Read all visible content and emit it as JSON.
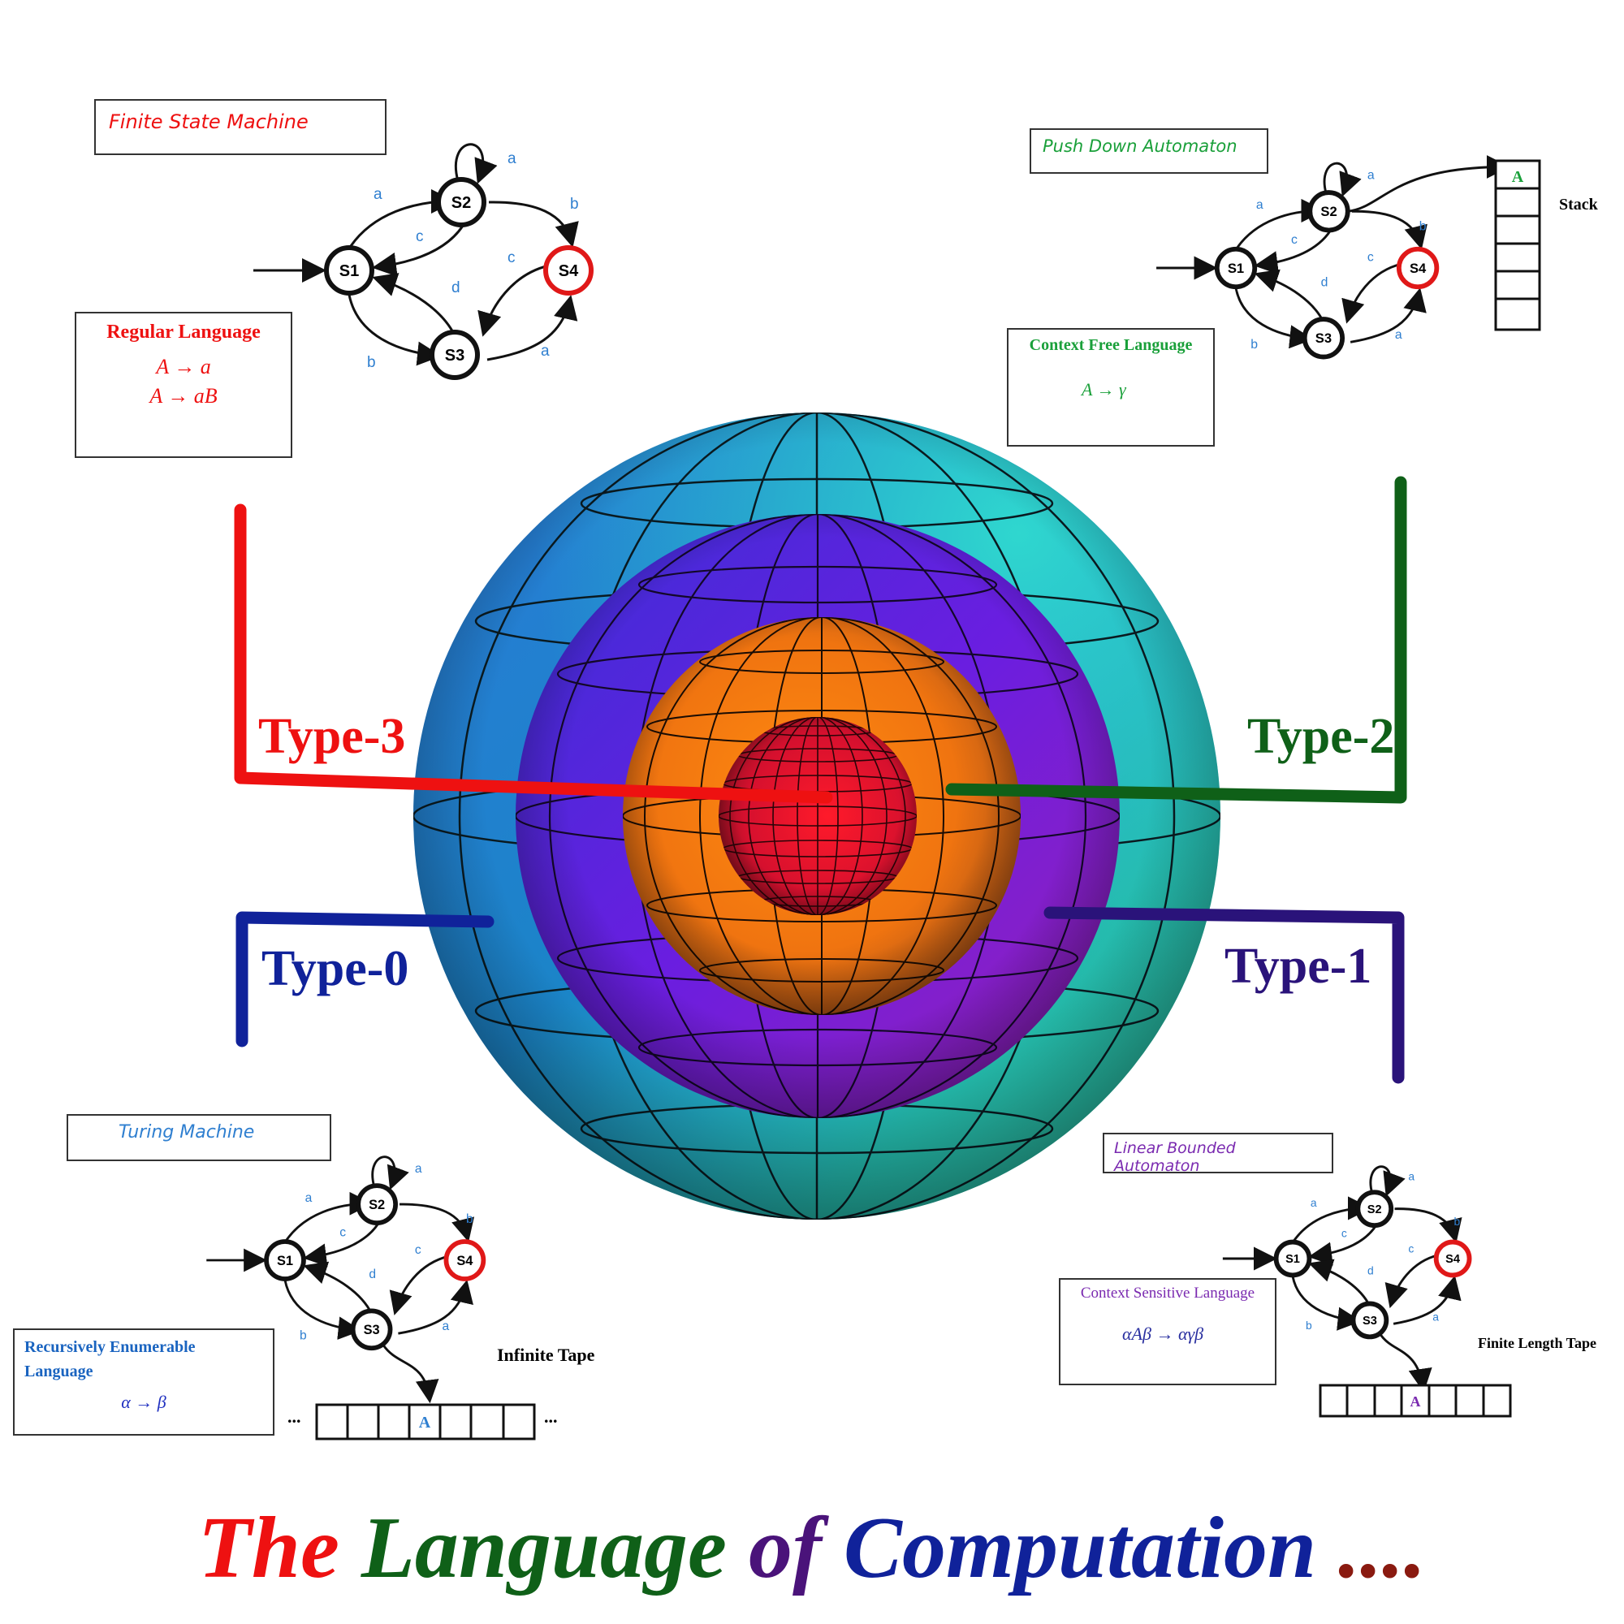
{
  "colors": {
    "type3": "#ee1111",
    "type2": "#0f6018",
    "type1": "#2a137a",
    "type0": "#10229a",
    "accept_state": "#e01818",
    "edge_label": "#2f7fd0"
  },
  "fsm": {
    "title": "Finite State Machine",
    "language_title": "Regular Language",
    "rules": [
      "A → a",
      "A → aB"
    ]
  },
  "pda": {
    "title": "Push Down Automaton",
    "language_title": "Context Free Language",
    "rules": [
      "A → γ"
    ],
    "stack_label": "Stack",
    "stack_top": "A"
  },
  "tm": {
    "title": "Turing Machine",
    "language_title": "Recursively Enumerable Language",
    "rules": [
      "α → β"
    ],
    "tape_label": "Infinite Tape",
    "tape_symbol": "A",
    "ellipsis": "..."
  },
  "lba": {
    "title": "Linear Bounded Automaton",
    "language_title": "Context Sensitive Language",
    "rules": [
      "αAβ → αγβ"
    ],
    "tape_label": "Finite Length Tape",
    "tape_symbol": "A"
  },
  "state_machine": {
    "states": [
      "S1",
      "S2",
      "S3",
      "S4"
    ],
    "edge_labels": [
      "a",
      "a",
      "b",
      "c",
      "c",
      "d",
      "b",
      "a"
    ]
  },
  "types": {
    "type3": "Type-3",
    "type2": "Type-2",
    "type1": "Type-1",
    "type0": "Type-0"
  },
  "title": {
    "w1": "The",
    "w2": "Language",
    "w3": "of",
    "w4": "Computation",
    "w5": "...."
  }
}
